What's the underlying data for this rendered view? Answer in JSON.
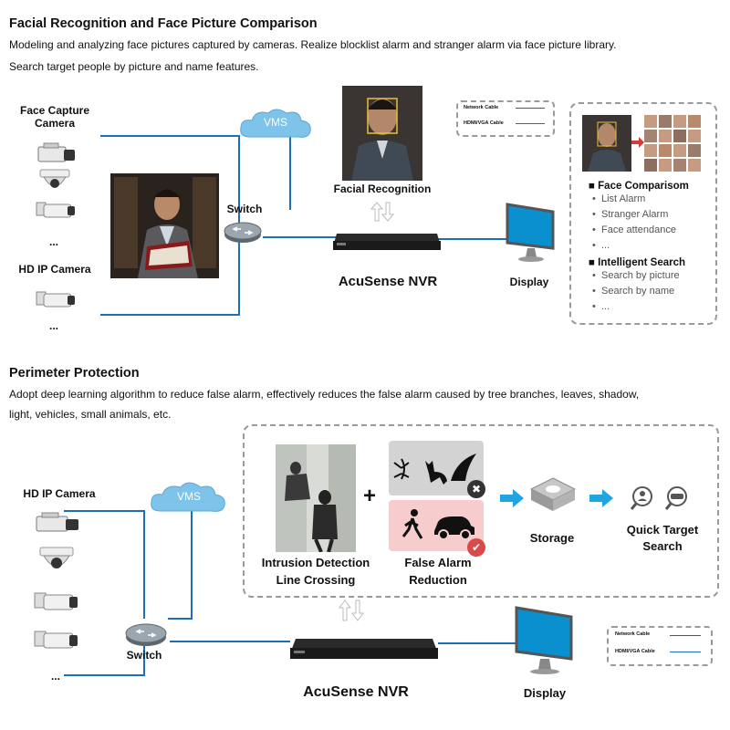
{
  "section1": {
    "title": "Facial Recognition and Face Picture Comparison",
    "desc1": "Modeling and analyzing face pictures captured by cameras. Realize blocklist alarm and stranger alarm via face picture library.",
    "desc2": "Search target people by picture and name features.",
    "face_capture_camera": "Face Capture\nCamera",
    "hd_ip_camera": "HD IP Camera",
    "ellipsis": "...",
    "vms": "VMS",
    "switch": "Switch",
    "facial_recognition": "Facial Recognition",
    "nvr": "AcuSense NVR",
    "display": "Display",
    "legend_network": "Network Cable",
    "legend_hdmi": "HDMI/VGA Cable",
    "features": {
      "face_comparison": "Face Comparisom",
      "fc_items": [
        "List Alarm",
        "Stranger Alarm",
        "Face attendance",
        "..."
      ],
      "intelligent_search": "Intelligent Search",
      "is_items": [
        "Search by picture",
        "Search by name",
        "..."
      ]
    }
  },
  "section2": {
    "title": "Perimeter Protection",
    "desc1": "Adopt deep learning algorithm to reduce false alarm, effectively reduces the false alarm caused by tree branches, leaves, shadow,",
    "desc2": "light, vehicles, small animals, etc.",
    "hd_ip_camera": "HD IP Camera",
    "ellipsis": "...",
    "vms": "VMS",
    "switch": "Switch",
    "plus": "+",
    "intrusion": "Intrusion Detection\nLine Crossing",
    "false_alarm": "False Alarm\nReduction",
    "storage": "Storage",
    "quick_search": "Quick Target\nSearch",
    "nvr": "AcuSense NVR",
    "display": "Display",
    "legend_network": "Network Cable",
    "legend_hdmi": "HDMI/VGA Cable"
  },
  "colors": {
    "cable_blue": "#1f6fb8",
    "cloud": "#7ec3ea",
    "arrow": "#1fa5e0",
    "pink": "#f6cccc",
    "grey_box": "#d3d3d3"
  }
}
